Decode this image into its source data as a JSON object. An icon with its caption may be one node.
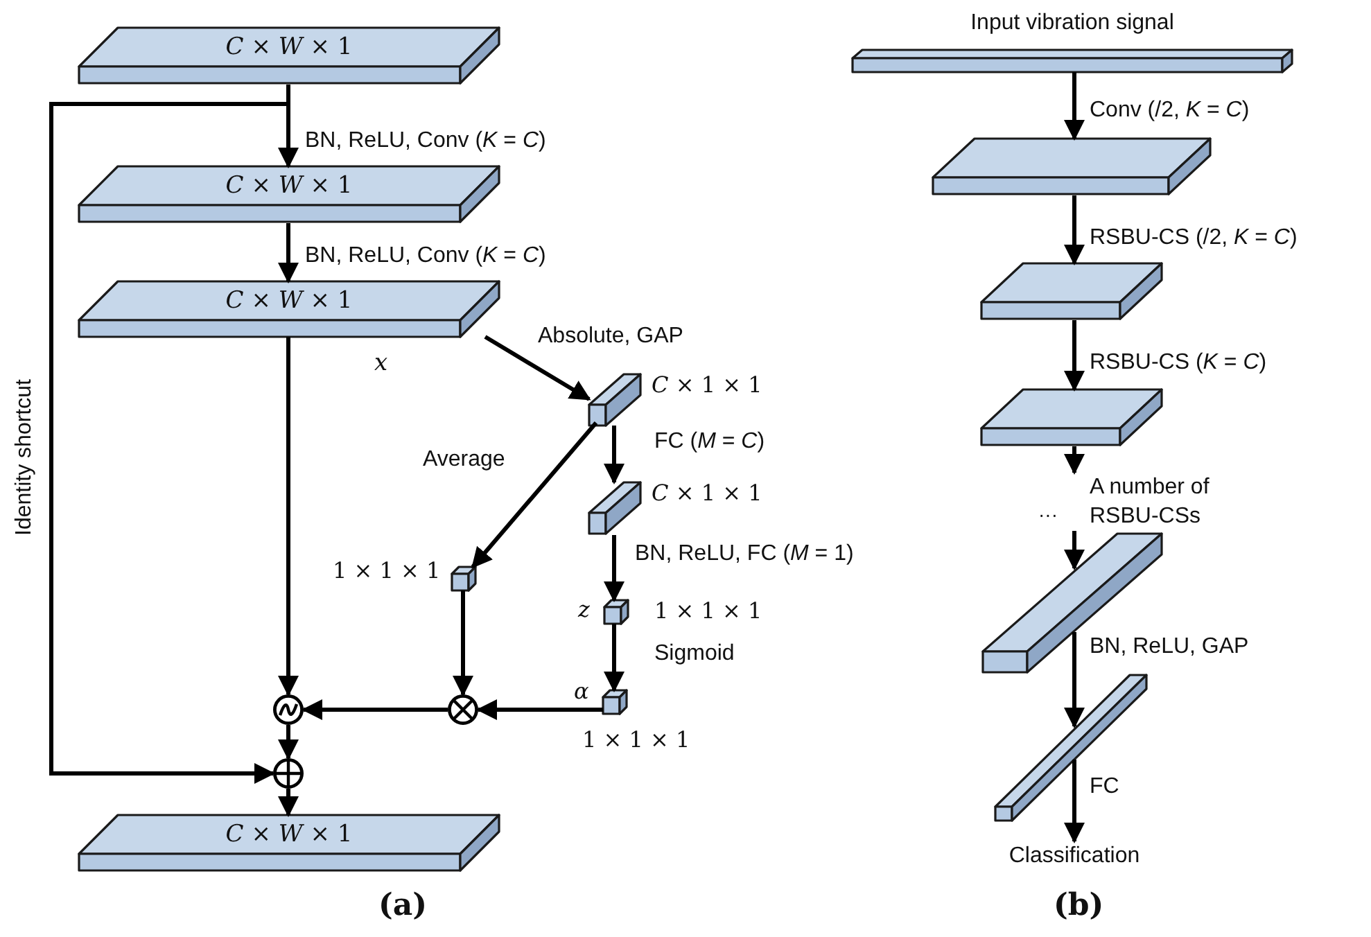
{
  "diagram": {
    "nodes": [
      {
        "text": [
          "*C* × *W* × 1"
        ]
      },
      {
        "text": [
          "*C* × *W* × 1"
        ]
      },
      {
        "text": [
          "*C* × *W* × 1"
        ]
      },
      {
        "text": [],
        "shape": "box",
        "beside": [
          "*C* × 1 × 1"
        ]
      },
      {
        "text": [],
        "shape": "box",
        "beside": [
          "*C* × 1 × 1"
        ]
      },
      {
        "text": [],
        "shape": "box",
        "beside": [
          "1 × 1 × 1"
        ]
      },
      {
        "text": [],
        "shape": "box",
        "beside": [
          "z",
          "1 × 1 × 1"
        ]
      },
      {
        "text": [],
        "shape": "box",
        "beside": [
          "α",
          "1 × 1 × 1"
        ]
      },
      {
        "text": [],
        "shape": "circle"
      },
      {
        "text": [],
        "shape": "circle"
      },
      {
        "text": [],
        "shape": "circle"
      },
      {
        "text": [
          "*C* × *W* × 1"
        ]
      },
      {
        "text": [
          "Input vibration signal"
        ]
      },
      {
        "text": [],
        "shape": "box"
      },
      {
        "text": [],
        "shape": "box"
      },
      {
        "text": [],
        "shape": "box"
      },
      {
        "text": [],
        "shape": "bar"
      },
      {
        "text": [],
        "shape": "bar"
      },
      {
        "text": [
          "Classification"
        ]
      },
      {
        "text": [
          "A number of RSBU-CSs"
        ]
      }
    ],
    "edges": [
      {
        "from": 0,
        "to": 1,
        "arrow": "to",
        "label": "BN, ReLU, Conv (*K* = *C*)"
      },
      {
        "from": 1,
        "to": 2,
        "arrow": "to",
        "label": "BN, ReLU, Conv (*K* = *C*)"
      },
      {
        "from": 2,
        "to": 3,
        "arrow": "to",
        "label": "Absolute, GAP"
      },
      {
        "from": 3,
        "to": 4,
        "arrow": "to",
        "label": "FC (*M* = *C*)"
      },
      {
        "from": 4,
        "to": 6,
        "arrow": "to",
        "label": "BN, ReLU, FC (*M* = 1)"
      },
      {
        "from": 6,
        "to": 7,
        "arrow": "to",
        "label": "Sigmoid"
      },
      {
        "from": 3,
        "to": 5,
        "arrow": "to",
        "label": "Average"
      },
      {
        "from": 5,
        "to": 9,
        "arrow": "to"
      },
      {
        "from": 7,
        "to": 9,
        "arrow": "to"
      },
      {
        "from": 9,
        "to": 8,
        "arrow": "to"
      },
      {
        "from": 2,
        "to": 8,
        "arrow": "to"
      },
      {
        "from": 8,
        "to": 10,
        "arrow": "to"
      },
      {
        "from": 0,
        "to": 10,
        "arrow": "to",
        "label": "Identity shortcut"
      },
      {
        "from": 10,
        "to": 11,
        "arrow": "to"
      },
      {
        "from": 12,
        "to": 13,
        "arrow": "to",
        "label": "Conv (/2, *K* = *C*)"
      },
      {
        "from": 13,
        "to": 14,
        "arrow": "to",
        "label": "RSBU-CS (/2, *K* = *C*)"
      },
      {
        "from": 14,
        "to": 15,
        "arrow": "to",
        "label": "RSBU-CS (*K* = *C*)"
      },
      {
        "from": 15,
        "to": 19,
        "arrow": "to"
      },
      {
        "from": 19,
        "to": 16,
        "arrow": "to"
      },
      {
        "from": 16,
        "to": 17,
        "arrow": "to",
        "label": "BN, ReLU, GAP"
      },
      {
        "from": 17,
        "to": 18,
        "arrow": "to",
        "label": "FC"
      }
    ],
    "labels": [
      "x",
      "···",
      "(a)",
      "(b)"
    ]
  }
}
